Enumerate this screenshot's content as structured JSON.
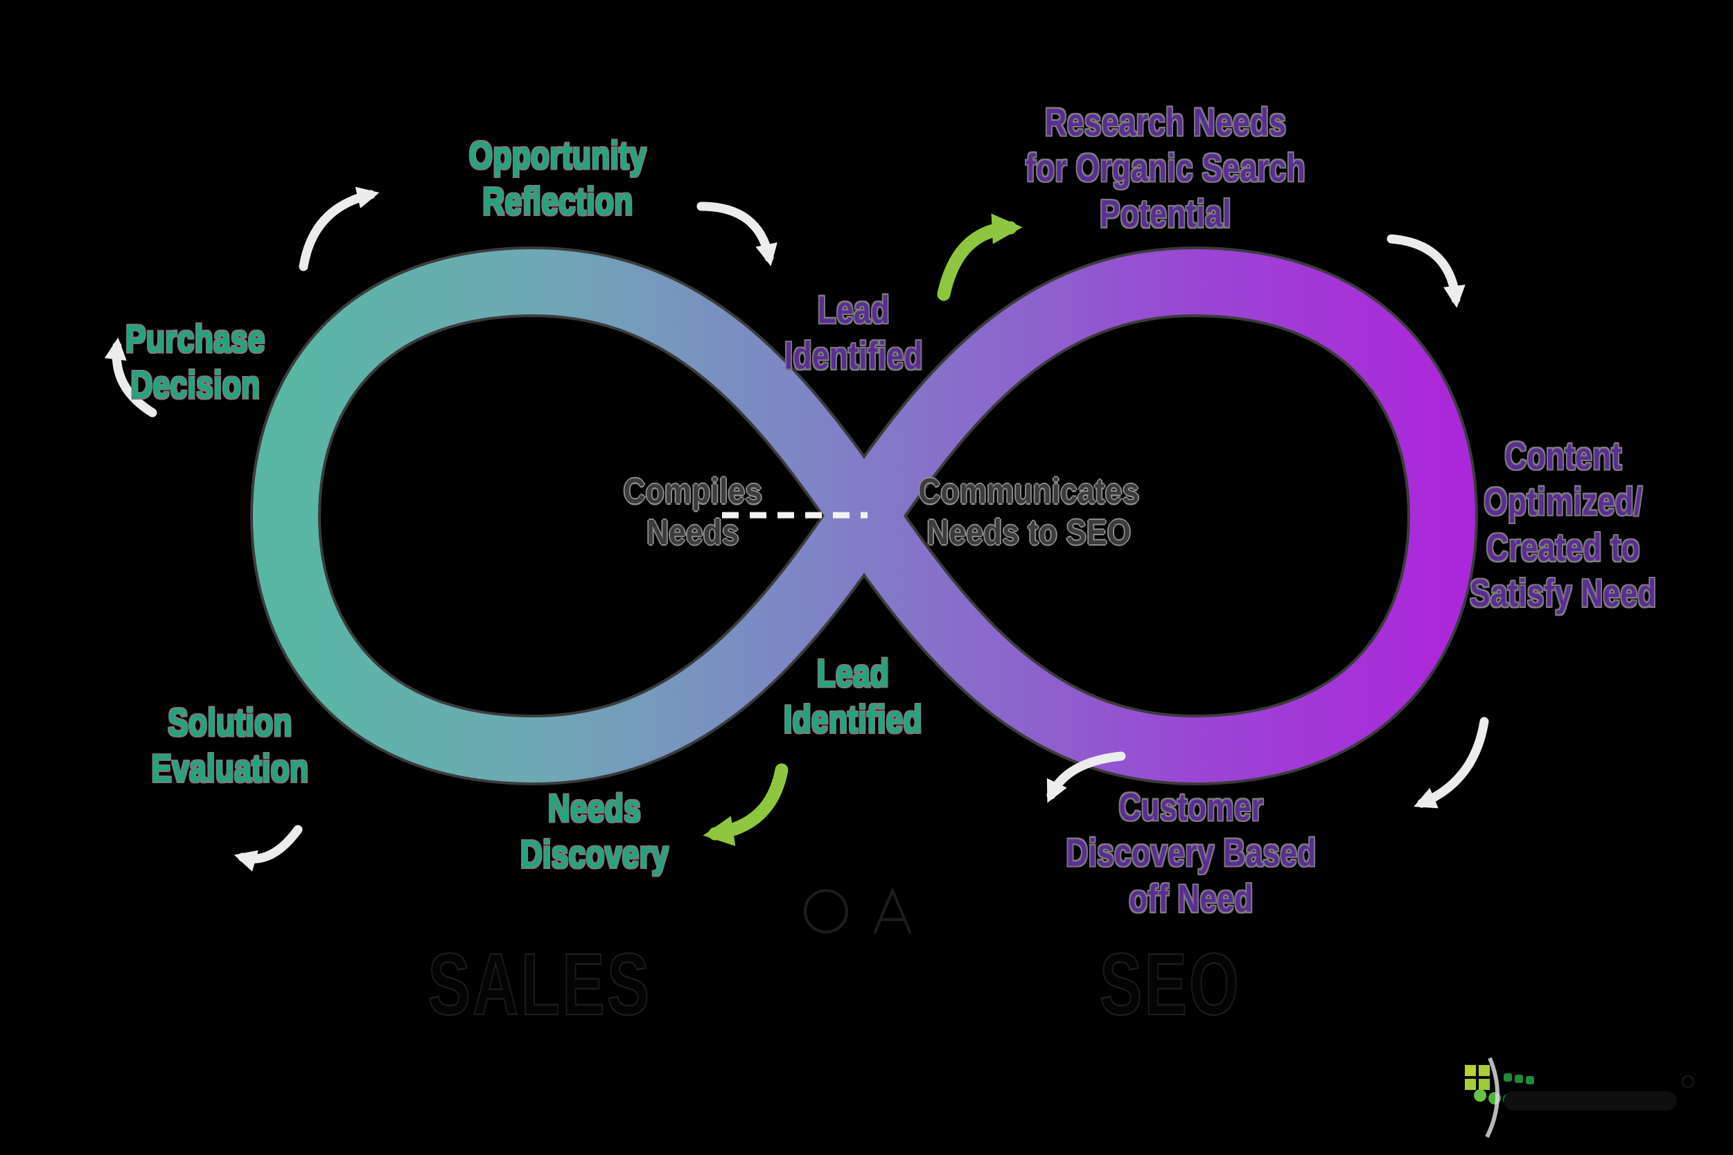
{
  "diagram": {
    "kind": "infinity-loop-flow",
    "left_cycle_heading": "SALES",
    "right_cycle_heading": "SEO"
  },
  "labels": {
    "opportunity_reflection": {
      "lines": [
        "Opportunity",
        "Reflection"
      ],
      "color": "#19A97E"
    },
    "purchase_decision": {
      "lines": [
        "Purchase",
        "Decision"
      ],
      "color": "#19A97E"
    },
    "solution_evaluation": {
      "lines": [
        "Solution",
        "Evaluation"
      ],
      "color": "#19A97E"
    },
    "needs_discovery": {
      "lines": [
        "Needs",
        "Discovery"
      ],
      "color": "#19A97E"
    },
    "lead_identified_bottom": {
      "lines": [
        "Lead",
        "Identified"
      ],
      "color": "#19A97E"
    },
    "lead_identified_top": {
      "lines": [
        "Lead",
        "Identified"
      ],
      "color": "#5B2D94"
    },
    "research_needs": {
      "lines": [
        "Research Needs",
        "for Organic Search",
        "Potential"
      ],
      "color": "#5B2D94"
    },
    "content_optimized": {
      "lines": [
        "Content",
        "Optimized/",
        "Created to",
        "Satisfy Need"
      ],
      "color": "#5B2D94"
    },
    "customer_discovery": {
      "lines": [
        "Customer",
        "Discovery Based",
        "off Need"
      ],
      "color": "#5B2D94"
    },
    "compiles_needs": {
      "lines": [
        "Compiles",
        "Needs"
      ],
      "color": "#3C3C3C"
    },
    "communicates_needs": {
      "lines": [
        "Communicates",
        "Needs to SEO"
      ],
      "color": "#3C3C3C"
    }
  },
  "ghost_headings": {
    "sales": "SALES",
    "seo": "SEO"
  },
  "arrows": [
    {
      "name": "arrow-solution-to-purchase",
      "color": "white"
    },
    {
      "name": "arrow-purchase-to-opportunity",
      "color": "white"
    },
    {
      "name": "arrow-opportunity-to-lead",
      "color": "white"
    },
    {
      "name": "arrow-lead-to-research",
      "color": "green"
    },
    {
      "name": "arrow-research-to-content",
      "color": "white"
    },
    {
      "name": "arrow-content-to-customer",
      "color": "white"
    },
    {
      "name": "arrow-customer-to-lead",
      "color": "white"
    },
    {
      "name": "arrow-lead-to-needs-discovery",
      "color": "green"
    },
    {
      "name": "arrow-needs-to-solution",
      "color": "white"
    }
  ],
  "colors": {
    "background": "#000000",
    "teal_text": "#19A97E",
    "purple_text": "#5B2D94",
    "center_gray_text": "#3C3C3C",
    "text_halo": "#7C7C7C",
    "arrow_white": "#ECECEC",
    "arrow_green": "#8FC63F",
    "dashed_connector": "#F2F2F2",
    "loop_gradient": [
      "#58B7A4",
      "#6FA8B5",
      "#7E85C6",
      "#8B67CC",
      "#9B44D4",
      "#AB28DA"
    ]
  },
  "logo": {
    "icon": "green-dot-grid-with-swoosh"
  }
}
